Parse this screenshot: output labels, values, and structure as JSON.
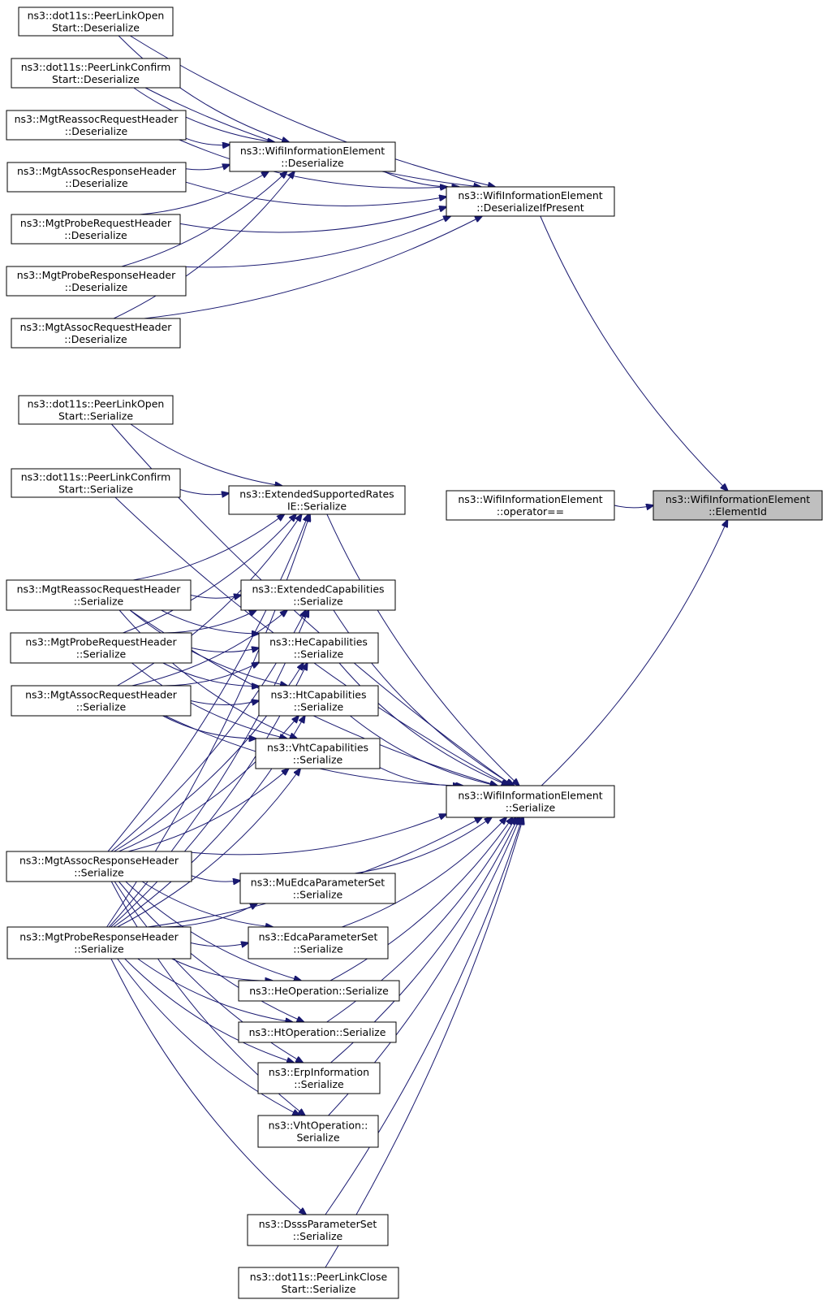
{
  "nodes": [
    {
      "id": "plo_des",
      "lines": [
        "ns3::dot11s::PeerLinkOpen",
        "Start::Deserialize"
      ]
    },
    {
      "id": "plc_des",
      "lines": [
        "ns3::dot11s::PeerLinkConfirm",
        "Start::Deserialize"
      ]
    },
    {
      "id": "reassoc_des",
      "lines": [
        "ns3::MgtReassocRequestHeader",
        "::Deserialize"
      ]
    },
    {
      "id": "assocresp_des",
      "lines": [
        "ns3::MgtAssocResponseHeader",
        "::Deserialize"
      ]
    },
    {
      "id": "probereq_des",
      "lines": [
        "ns3::MgtProbeRequestHeader",
        "::Deserialize"
      ]
    },
    {
      "id": "proberesp_des",
      "lines": [
        "ns3::MgtProbeResponseHeader",
        "::Deserialize"
      ]
    },
    {
      "id": "assocreq_des",
      "lines": [
        "ns3::MgtAssocRequestHeader",
        "::Deserialize"
      ]
    },
    {
      "id": "wie_des",
      "lines": [
        "ns3::WifiInformationElement",
        "::Deserialize"
      ]
    },
    {
      "id": "wie_desifp",
      "lines": [
        "ns3::WifiInformationElement",
        "::DeserializeIfPresent"
      ]
    },
    {
      "id": "plo_ser",
      "lines": [
        "ns3::dot11s::PeerLinkOpen",
        "Start::Serialize"
      ]
    },
    {
      "id": "plc_ser",
      "lines": [
        "ns3::dot11s::PeerLinkConfirm",
        "Start::Serialize"
      ]
    },
    {
      "id": "esr_ser",
      "lines": [
        "ns3::ExtendedSupportedRates",
        "IE::Serialize"
      ]
    },
    {
      "id": "wie_opeq",
      "lines": [
        "ns3::WifiInformationElement",
        "::operator=="
      ]
    },
    {
      "id": "wie_elemid",
      "lines": [
        "ns3::WifiInformationElement",
        "::ElementId"
      ]
    },
    {
      "id": "reassoc_ser",
      "lines": [
        "ns3::MgtReassocRequestHeader",
        "::Serialize"
      ]
    },
    {
      "id": "extcap_ser",
      "lines": [
        "ns3::ExtendedCapabilities",
        "::Serialize"
      ]
    },
    {
      "id": "probereq_ser",
      "lines": [
        "ns3::MgtProbeRequestHeader",
        "::Serialize"
      ]
    },
    {
      "id": "hecap_ser",
      "lines": [
        "ns3::HeCapabilities",
        "::Serialize"
      ]
    },
    {
      "id": "assocreq_ser",
      "lines": [
        "ns3::MgtAssocRequestHeader",
        "::Serialize"
      ]
    },
    {
      "id": "htcap_ser",
      "lines": [
        "ns3::HtCapabilities",
        "::Serialize"
      ]
    },
    {
      "id": "vhtcap_ser",
      "lines": [
        "ns3::VhtCapabilities",
        "::Serialize"
      ]
    },
    {
      "id": "wie_ser",
      "lines": [
        "ns3::WifiInformationElement",
        "::Serialize"
      ]
    },
    {
      "id": "assocresp_ser",
      "lines": [
        "ns3::MgtAssocResponseHeader",
        "::Serialize"
      ]
    },
    {
      "id": "muedca_ser",
      "lines": [
        "ns3::MuEdcaParameterSet",
        "::Serialize"
      ]
    },
    {
      "id": "proberesp_ser",
      "lines": [
        "ns3::MgtProbeResponseHeader",
        "::Serialize"
      ]
    },
    {
      "id": "edca_ser",
      "lines": [
        "ns3::EdcaParameterSet",
        "::Serialize"
      ]
    },
    {
      "id": "heop_ser",
      "lines": [
        "ns3::HeOperation::Serialize"
      ]
    },
    {
      "id": "htop_ser",
      "lines": [
        "ns3::HtOperation::Serialize"
      ]
    },
    {
      "id": "erp_ser",
      "lines": [
        "ns3::ErpInformation",
        "::Serialize"
      ]
    },
    {
      "id": "vhtop_ser",
      "lines": [
        "ns3::VhtOperation::",
        "Serialize"
      ]
    },
    {
      "id": "dsss_ser",
      "lines": [
        "ns3::DsssParameterSet",
        "::Serialize"
      ]
    },
    {
      "id": "plclose_ser",
      "lines": [
        "ns3::dot11s::PeerLinkClose",
        "Start::Serialize"
      ]
    }
  ],
  "focus_node": "wie_elemid",
  "edges": [
    {
      "from": "wie_desifp",
      "to": "wie_elemid"
    },
    {
      "from": "wie_opeq",
      "to": "wie_elemid"
    },
    {
      "from": "wie_ser",
      "to": "wie_elemid"
    },
    {
      "from": "wie_des",
      "to": "wie_desifp"
    },
    {
      "from": "plo_des",
      "to": "wie_desifp"
    },
    {
      "from": "plc_des",
      "to": "wie_desifp"
    },
    {
      "from": "reassoc_des",
      "to": "wie_desifp"
    },
    {
      "from": "assocresp_des",
      "to": "wie_desifp"
    },
    {
      "from": "probereq_des",
      "to": "wie_desifp"
    },
    {
      "from": "proberesp_des",
      "to": "wie_desifp"
    },
    {
      "from": "assocreq_des",
      "to": "wie_desifp"
    },
    {
      "from": "plo_des",
      "to": "wie_des"
    },
    {
      "from": "plc_des",
      "to": "wie_des"
    },
    {
      "from": "reassoc_des",
      "to": "wie_des"
    },
    {
      "from": "assocresp_des",
      "to": "wie_des"
    },
    {
      "from": "probereq_des",
      "to": "wie_des"
    },
    {
      "from": "proberesp_des",
      "to": "wie_des"
    },
    {
      "from": "assocreq_des",
      "to": "wie_des"
    },
    {
      "from": "esr_ser",
      "to": "wie_ser"
    },
    {
      "from": "extcap_ser",
      "to": "wie_ser"
    },
    {
      "from": "hecap_ser",
      "to": "wie_ser"
    },
    {
      "from": "htcap_ser",
      "to": "wie_ser"
    },
    {
      "from": "vhtcap_ser",
      "to": "wie_ser"
    },
    {
      "from": "muedca_ser",
      "to": "wie_ser"
    },
    {
      "from": "edca_ser",
      "to": "wie_ser"
    },
    {
      "from": "heop_ser",
      "to": "wie_ser"
    },
    {
      "from": "htop_ser",
      "to": "wie_ser"
    },
    {
      "from": "erp_ser",
      "to": "wie_ser"
    },
    {
      "from": "vhtop_ser",
      "to": "wie_ser"
    },
    {
      "from": "dsss_ser",
      "to": "wie_ser"
    },
    {
      "from": "plclose_ser",
      "to": "wie_ser"
    },
    {
      "from": "plo_ser",
      "to": "wie_ser"
    },
    {
      "from": "plc_ser",
      "to": "wie_ser"
    },
    {
      "from": "reassoc_ser",
      "to": "wie_ser"
    },
    {
      "from": "assocreq_ser",
      "to": "wie_ser"
    },
    {
      "from": "assocresp_ser",
      "to": "wie_ser"
    },
    {
      "from": "proberesp_ser",
      "to": "wie_ser"
    },
    {
      "from": "plo_ser",
      "to": "esr_ser"
    },
    {
      "from": "plc_ser",
      "to": "esr_ser"
    },
    {
      "from": "reassoc_ser",
      "to": "esr_ser"
    },
    {
      "from": "probereq_ser",
      "to": "esr_ser"
    },
    {
      "from": "assocreq_ser",
      "to": "esr_ser"
    },
    {
      "from": "assocresp_ser",
      "to": "esr_ser"
    },
    {
      "from": "proberesp_ser",
      "to": "esr_ser"
    },
    {
      "from": "reassoc_ser",
      "to": "extcap_ser"
    },
    {
      "from": "probereq_ser",
      "to": "extcap_ser"
    },
    {
      "from": "assocreq_ser",
      "to": "extcap_ser"
    },
    {
      "from": "assocresp_ser",
      "to": "extcap_ser"
    },
    {
      "from": "proberesp_ser",
      "to": "extcap_ser"
    },
    {
      "from": "reassoc_ser",
      "to": "hecap_ser"
    },
    {
      "from": "probereq_ser",
      "to": "hecap_ser"
    },
    {
      "from": "assocreq_ser",
      "to": "hecap_ser"
    },
    {
      "from": "assocresp_ser",
      "to": "hecap_ser"
    },
    {
      "from": "proberesp_ser",
      "to": "hecap_ser"
    },
    {
      "from": "reassoc_ser",
      "to": "htcap_ser"
    },
    {
      "from": "probereq_ser",
      "to": "htcap_ser"
    },
    {
      "from": "assocreq_ser",
      "to": "htcap_ser"
    },
    {
      "from": "assocresp_ser",
      "to": "htcap_ser"
    },
    {
      "from": "proberesp_ser",
      "to": "htcap_ser"
    },
    {
      "from": "reassoc_ser",
      "to": "vhtcap_ser"
    },
    {
      "from": "probereq_ser",
      "to": "vhtcap_ser"
    },
    {
      "from": "assocreq_ser",
      "to": "vhtcap_ser"
    },
    {
      "from": "assocresp_ser",
      "to": "vhtcap_ser"
    },
    {
      "from": "proberesp_ser",
      "to": "vhtcap_ser"
    },
    {
      "from": "assocresp_ser",
      "to": "muedca_ser"
    },
    {
      "from": "proberesp_ser",
      "to": "muedca_ser"
    },
    {
      "from": "assocresp_ser",
      "to": "edca_ser"
    },
    {
      "from": "proberesp_ser",
      "to": "edca_ser"
    },
    {
      "from": "assocresp_ser",
      "to": "heop_ser"
    },
    {
      "from": "proberesp_ser",
      "to": "heop_ser"
    },
    {
      "from": "assocresp_ser",
      "to": "htop_ser"
    },
    {
      "from": "proberesp_ser",
      "to": "htop_ser"
    },
    {
      "from": "assocresp_ser",
      "to": "erp_ser"
    },
    {
      "from": "proberesp_ser",
      "to": "erp_ser"
    },
    {
      "from": "assocresp_ser",
      "to": "vhtop_ser"
    },
    {
      "from": "proberesp_ser",
      "to": "vhtop_ser"
    },
    {
      "from": "proberesp_ser",
      "to": "dsss_ser"
    }
  ]
}
